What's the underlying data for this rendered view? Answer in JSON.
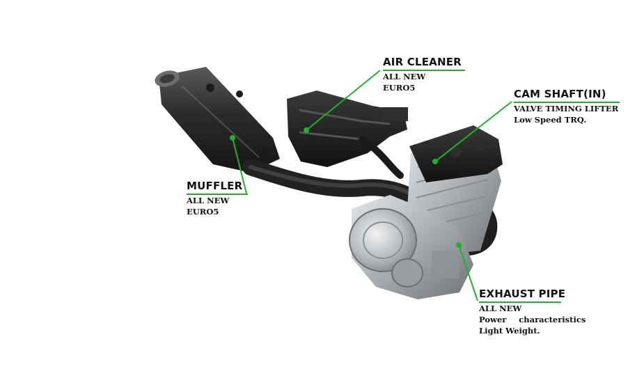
{
  "colors": {
    "accent": "#1db32a",
    "text": "#111111",
    "metal_dark": "#2a2a2a",
    "metal_mid": "#4a4a4a",
    "silver": "#b9bcbf"
  },
  "callouts": {
    "air_cleaner": {
      "title": "AIR CLEANER",
      "lines": [
        "ALL NEW",
        "EURO5"
      ]
    },
    "cam_shaft": {
      "title": "CAM SHAFT(IN)",
      "lines": [
        "VALVE TIMING LIFTER",
        "Low Speed  TRQ."
      ]
    },
    "muffler": {
      "title": "MUFFLER",
      "lines": [
        "ALL NEW",
        "EURO5"
      ]
    },
    "exhaust_pipe": {
      "title": "EXHAUST PIPE",
      "lines": [
        "ALL NEW",
        "Power   characteristics",
        "Light Weight."
      ]
    }
  }
}
